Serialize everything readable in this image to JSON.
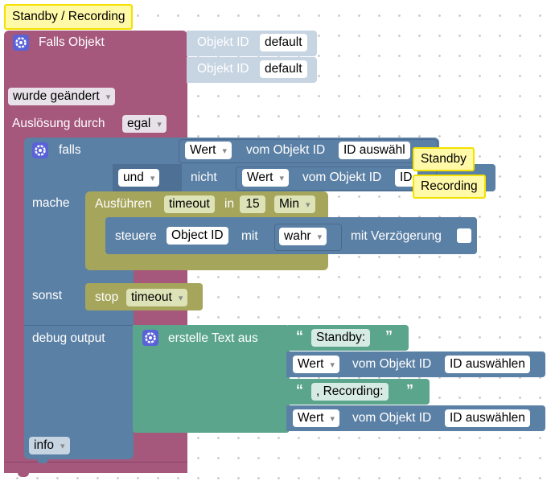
{
  "comment_top": "Standby / Recording",
  "trigger": {
    "title": "Falls Objekt",
    "object_label_1": "Objekt ID",
    "object_value_1": "default",
    "object_label_2": "Objekt ID",
    "object_value_2": "default",
    "changed": "wurde geändert",
    "trigger_by_label": "Auslösung durch",
    "trigger_by_value": "egal"
  },
  "if_block": {
    "if_label": "falls",
    "value_1": "Wert",
    "of_object_1": "vom Objekt ID",
    "select_id_1": "ID auswähl",
    "and_op": "und",
    "not_label": "nicht",
    "value_2": "Wert",
    "of_object_2": "vom Objekt ID",
    "select_id_2": "ID",
    "then_label": "mache",
    "else_label": "sonst"
  },
  "tooltips": {
    "standby": "Standby",
    "recording": "Recording"
  },
  "timeout": {
    "run_label": "Ausführen",
    "name": "timeout",
    "in_label": "in",
    "amount": "15",
    "unit": "Min",
    "control_label": "steuere",
    "object_id": "Object ID",
    "with_label": "mit",
    "value": "wahr",
    "delay_label": "mit Verzögerung",
    "stop_label": "stop",
    "stop_name": "timeout"
  },
  "debug": {
    "label": "debug output",
    "create_text": "erstelle Text aus",
    "text_1": "Standby:",
    "value_1": "Wert",
    "of_object_1": "vom Objekt ID",
    "select_1": "ID auswählen",
    "text_2": ", Recording:",
    "value_2": "Wert",
    "of_object_2": "vom Objekt ID",
    "select_2": "ID auswählen",
    "level": "info"
  },
  "colors": {
    "trigger": "#a5577c",
    "logic": "#5b80a5",
    "timeout": "#a5a55b",
    "text": "#5ba58c",
    "objectid": "#c7d4e2"
  }
}
